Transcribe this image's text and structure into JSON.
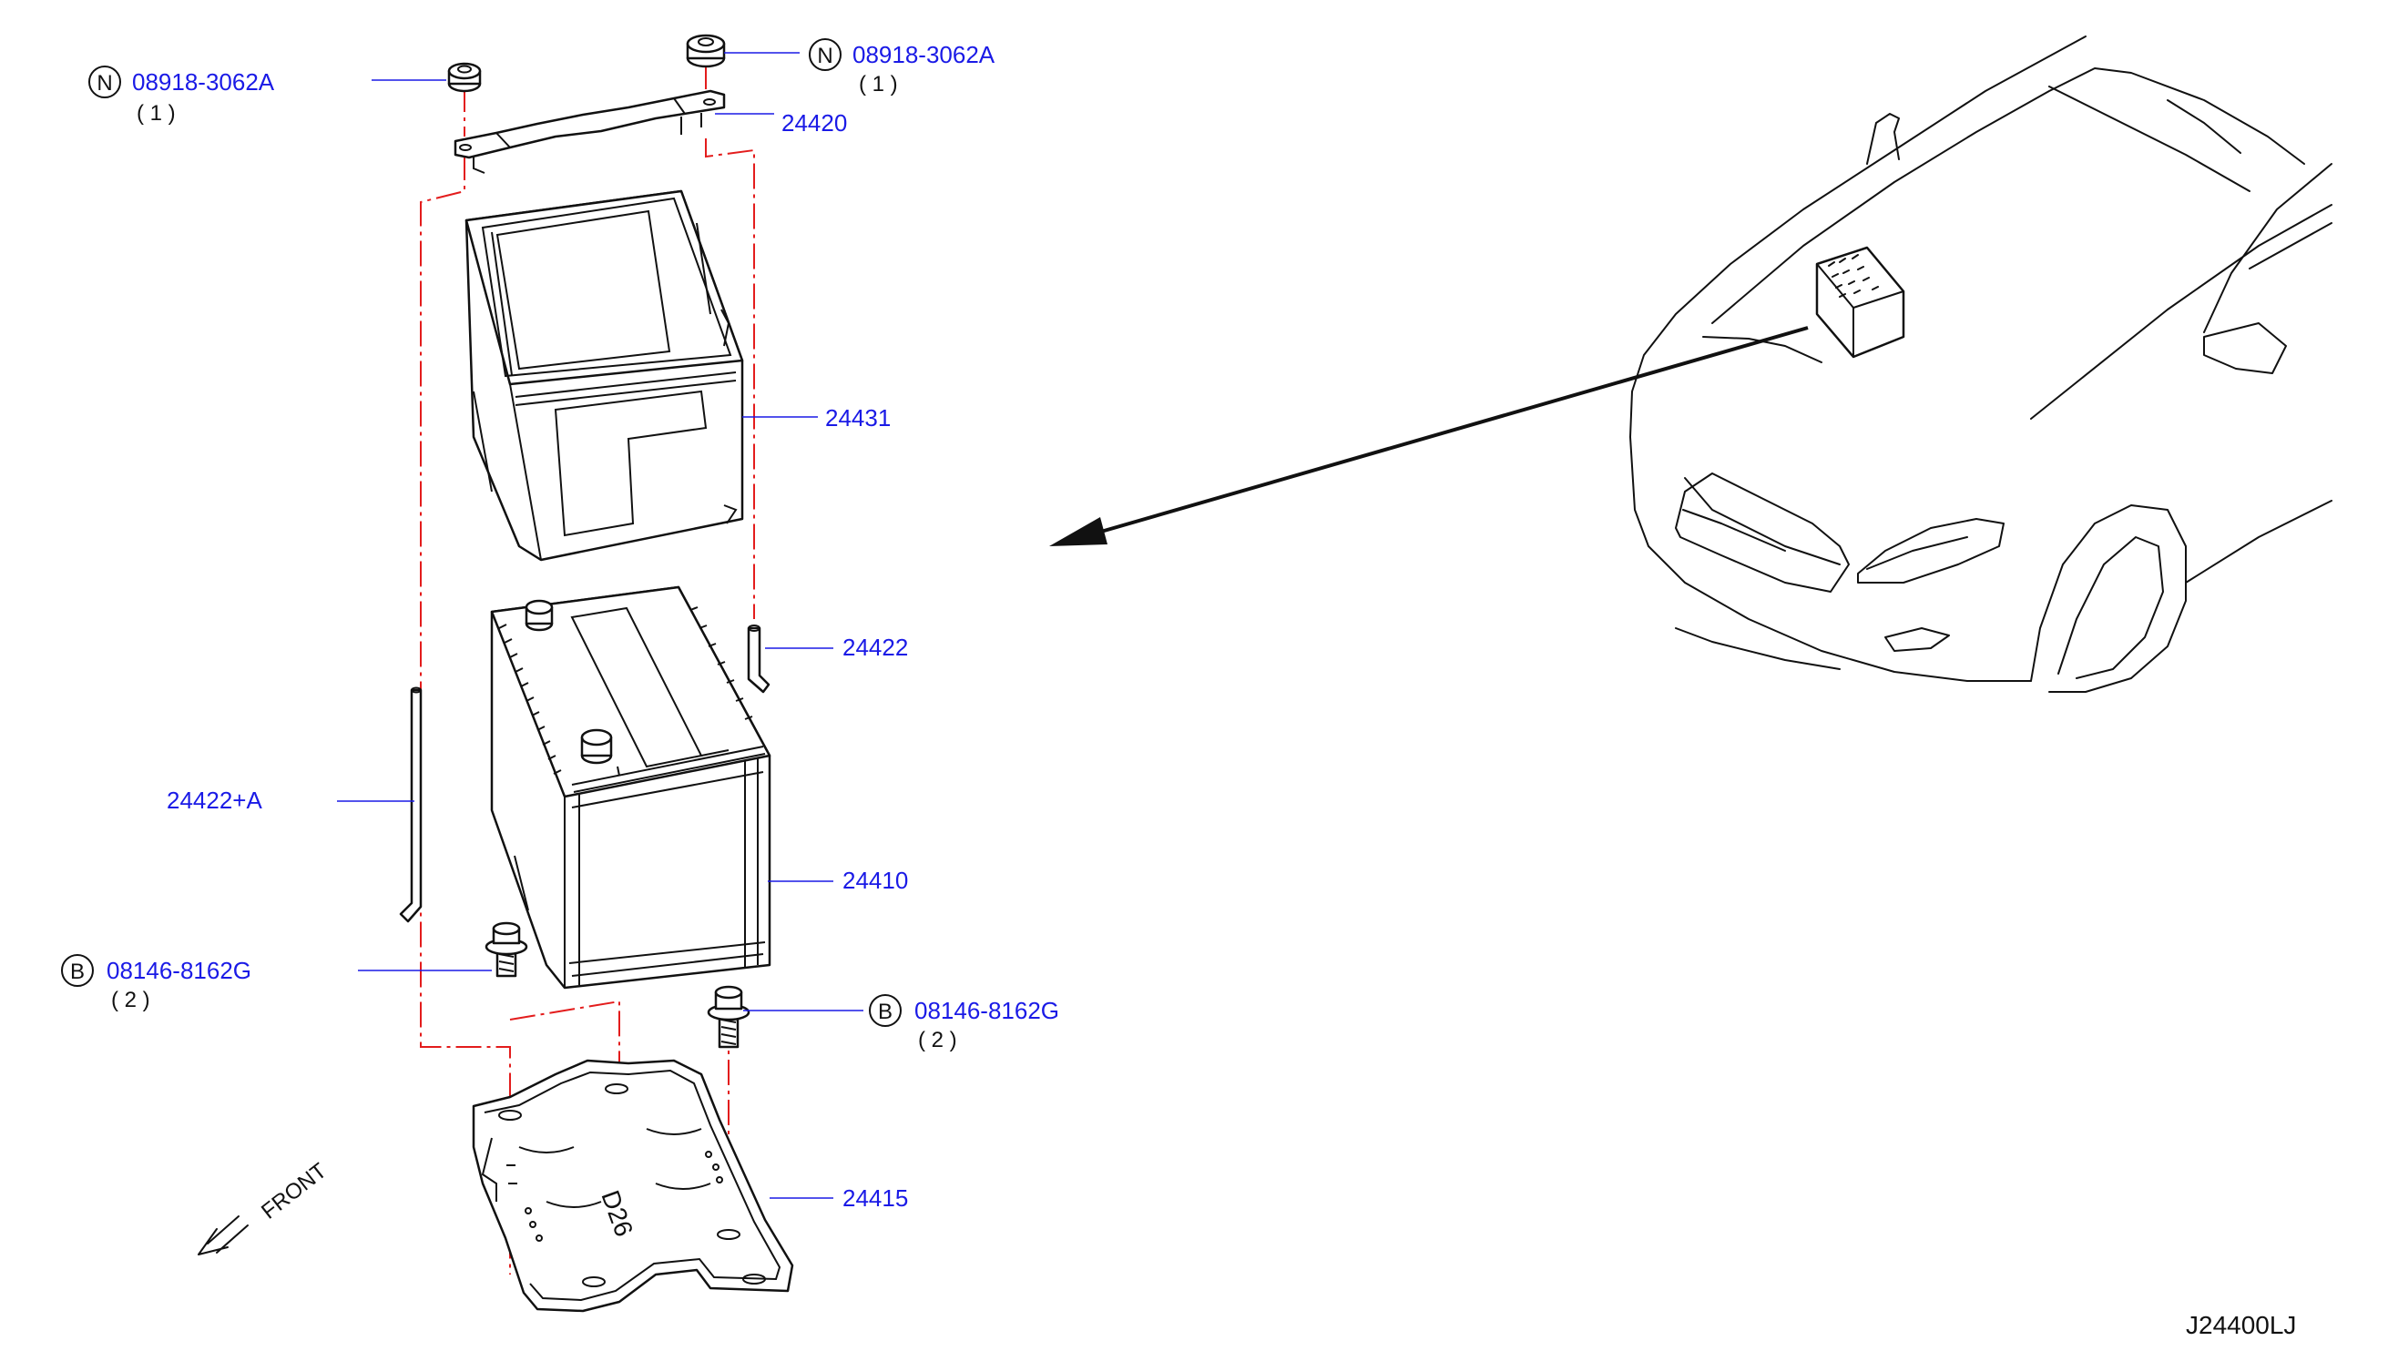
{
  "diagram_id": "J24400LJ",
  "front_label": "FRONT",
  "tray_marking": "D26",
  "callouts": {
    "nut_left": {
      "symbol": "N",
      "part_number": "08918-3062A",
      "qty": "( 1 )"
    },
    "nut_right": {
      "symbol": "N",
      "part_number": "08918-3062A",
      "qty": "( 1 )"
    },
    "bolt_left": {
      "symbol": "B",
      "part_number": "08146-8162G",
      "qty": "( 2 )"
    },
    "bolt_right": {
      "symbol": "B",
      "part_number": "08146-8162G",
      "qty": "( 2 )"
    },
    "frame": "24420",
    "cover": "24431",
    "tube_short": "24422",
    "tube_long": "24422+A",
    "battery": "24410",
    "tray": "24415"
  },
  "colors": {
    "part_number_text": "#1a1ae6",
    "leader_line": "#1a1ae6",
    "assembly_reference_line": "#e31c1c",
    "outline": "#111111"
  }
}
